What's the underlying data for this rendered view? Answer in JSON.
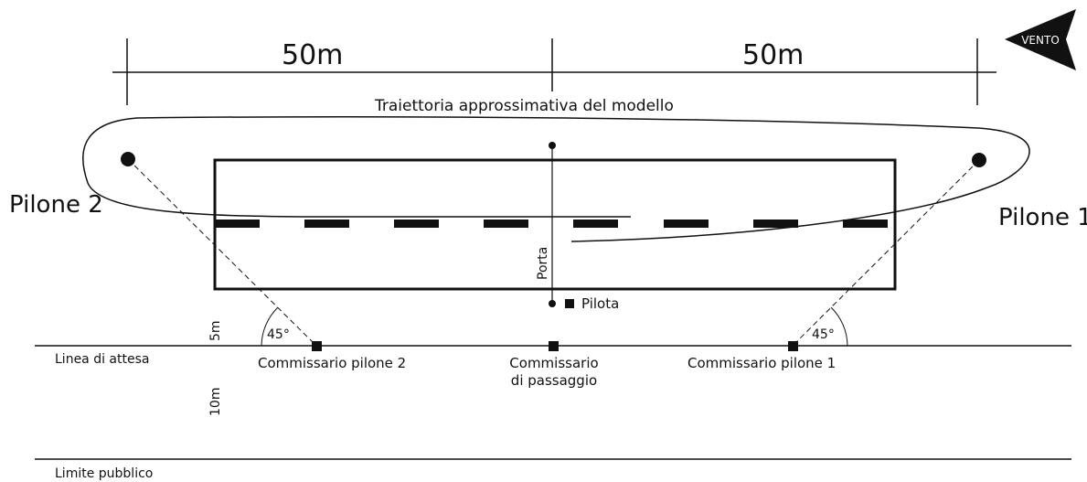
{
  "dimensions": {
    "left_span": "50m",
    "right_span": "50m"
  },
  "trajectory_label": "Traiettoria approssimativa del modello",
  "pylons": {
    "left": "Pilone 2",
    "right": "Pilone 1"
  },
  "wind": {
    "label": "VENTO"
  },
  "gate_label": "Porta",
  "pilot_label": "Pilota",
  "angles": {
    "left": "45°",
    "right": "45°"
  },
  "distances": {
    "upper": "5m",
    "lower": "10m"
  },
  "lines": {
    "waiting_line": "Linea di attesa",
    "public_limit": "Limite pubblico"
  },
  "judges": {
    "left": "Commissario pilone 2",
    "center_line1": "Commissario",
    "center_line2": "di passaggio",
    "right": "Commissario pilone 1"
  },
  "colors": {
    "ink": "#111111",
    "background": "#ffffff"
  }
}
